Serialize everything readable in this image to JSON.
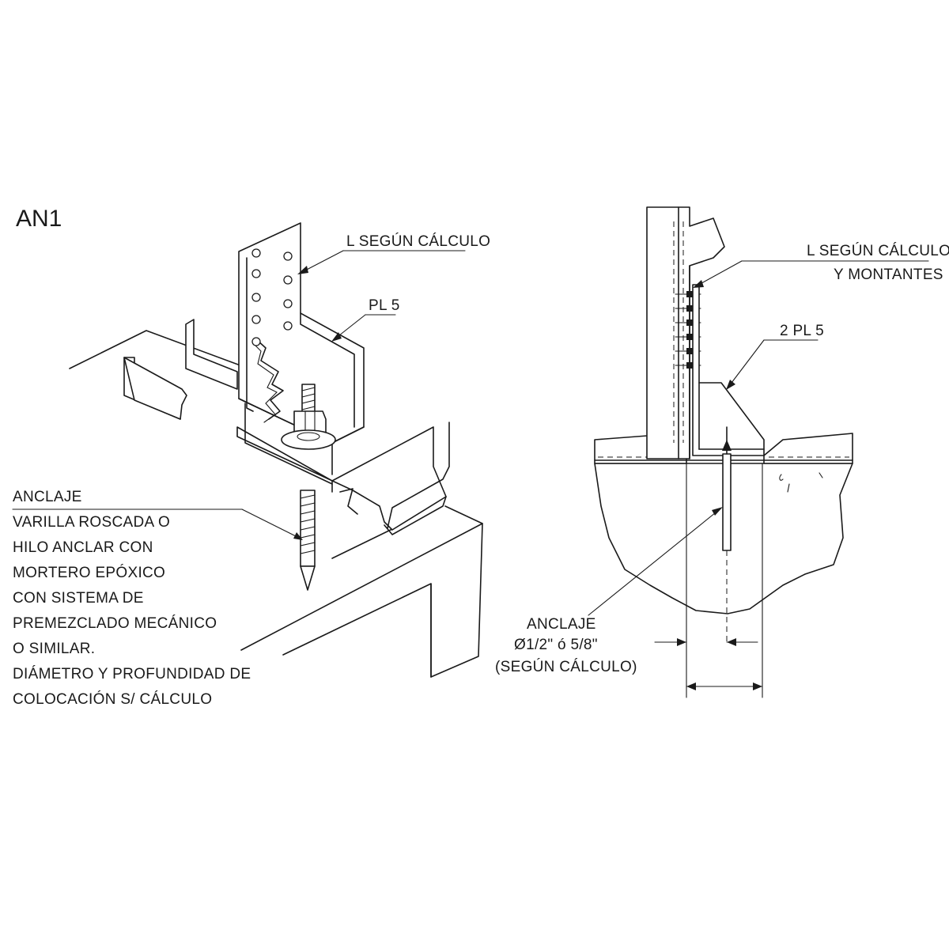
{
  "title": "AN1",
  "left_view": {
    "bracket_label": "L SEGÚN CÁLCULO",
    "plate_label": "PL 5",
    "anchor_notes": [
      "ANCLAJE",
      "VARILLA ROSCADA O",
      "HILO ANCLAR CON",
      "MORTERO EPÓXICO",
      "CON SISTEMA DE",
      "PREMEZCLADO MECÁNICO",
      "O SIMILAR.",
      "DIÁMETRO Y PROFUNDIDAD DE",
      "COLOCACIÓN S/ CÁLCULO"
    ]
  },
  "right_view": {
    "bracket_label_line1": "L SEGÚN CÁLCULO",
    "bracket_label_line2": "Y MONTANTES",
    "plates_label": "2 PL 5",
    "anchor_label_line1": "ANCLAJE",
    "anchor_label_line2": "Ø1/2\" ó 5/8\"",
    "anchor_label_line3": "(SEGÚN CÁLCULO)"
  }
}
